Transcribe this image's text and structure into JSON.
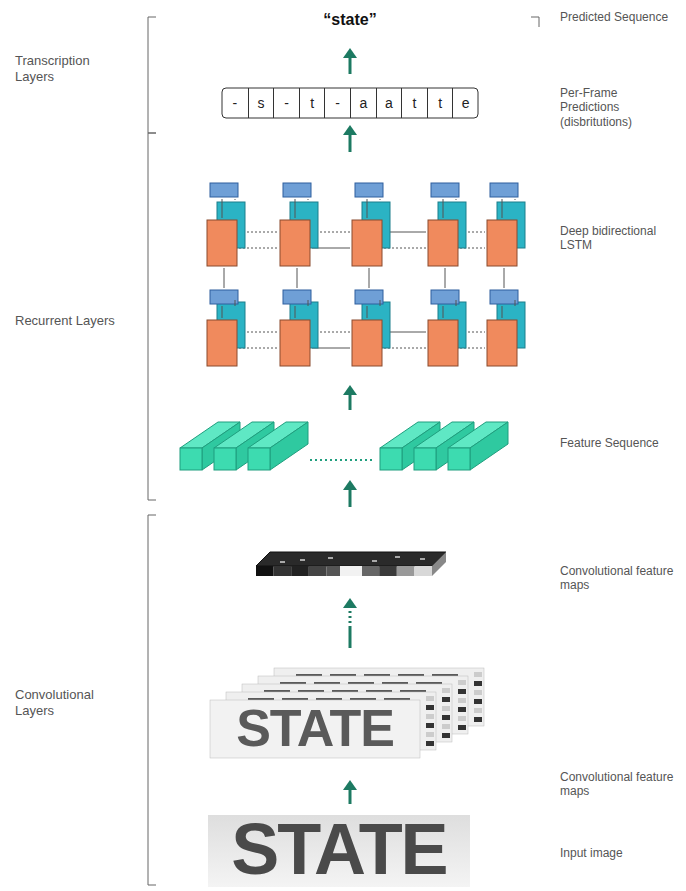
{
  "diagram": {
    "nodes": [
      {
        "text": [
          "-"
        ]
      },
      {
        "text": [
          "s"
        ]
      },
      {
        "text": [
          "-"
        ]
      },
      {
        "text": [
          "t"
        ]
      },
      {
        "text": [
          "-"
        ]
      },
      {
        "text": [
          "a"
        ]
      },
      {
        "text": [
          "a"
        ]
      },
      {
        "text": [
          "t"
        ]
      },
      {
        "text": [
          "t"
        ]
      },
      {
        "text": [
          "e"
        ]
      }
    ],
    "labels": [
      "Transcription Layers",
      "Recurrent Layers",
      "Convolutional Layers",
      "“state”",
      "Predicted Sequence",
      "Per-Frame Predictions (disbritutions)",
      "Deep bidirectional LSTM",
      "Feature Sequence",
      "Convolutional feature maps",
      "Convolutional feature maps",
      "Input image",
      "STATE",
      "STATE"
    ]
  }
}
